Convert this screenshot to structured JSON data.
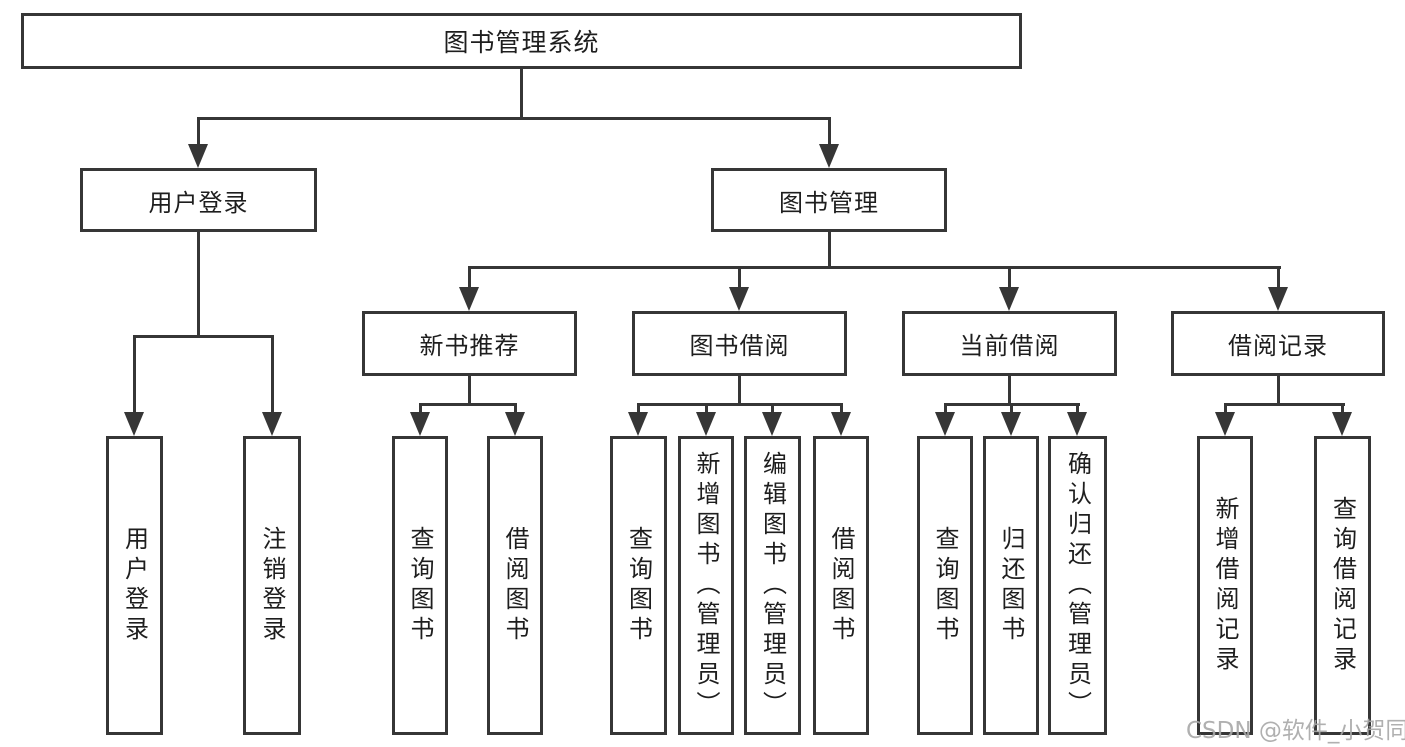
{
  "tree": {
    "root": "图书管理系统",
    "level2": [
      {
        "label": "用户登录",
        "children": [
          "用户登录",
          "注销登录"
        ]
      },
      {
        "label": "图书管理",
        "groups": [
          {
            "label": "新书推荐",
            "children": [
              "查询图书",
              "借阅图书"
            ]
          },
          {
            "label": "图书借阅",
            "children": [
              "查询图书",
              "新增图书（管理员）",
              "编辑图书（管理员）",
              "借阅图书"
            ]
          },
          {
            "label": "当前借阅",
            "children": [
              "查询图书",
              "归还图书",
              "确认归还（管理员）"
            ]
          },
          {
            "label": "借阅记录",
            "children": [
              "新增借阅记录",
              "查询借阅记录"
            ]
          }
        ]
      }
    ]
  },
  "watermark": {
    "text": "CSDN @软件_小贺同学"
  },
  "icons": {
    "connector_arrow": "arrow-down-triangle"
  },
  "colors": {
    "line": "#363636",
    "text": "#1e1e1e",
    "watermark": "#a8a8a8",
    "box_bg": "#ffffff",
    "background": "#ffffff"
  }
}
